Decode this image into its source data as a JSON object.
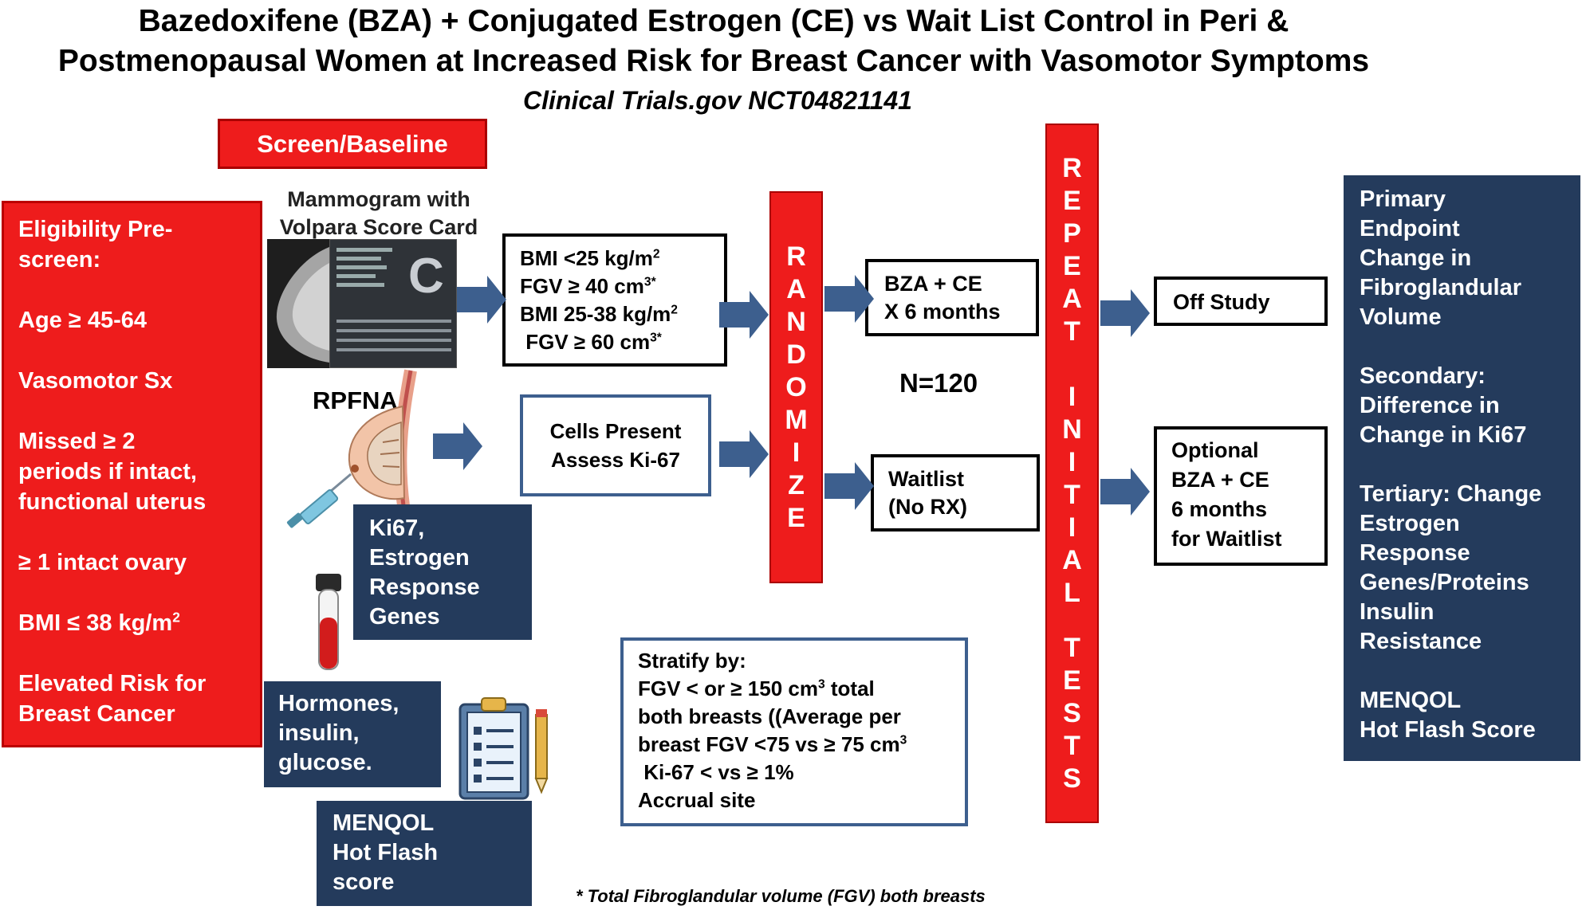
{
  "title": {
    "line1": "Bazedoxifene (BZA) + Conjugated Estrogen (CE) vs Wait List Control in Peri &",
    "line2": "Postmenopausal Women at Increased Risk for Breast Cancer with Vasomotor Symptoms",
    "subtitle": "Clinical Trials.gov  NCT04821141"
  },
  "screen_baseline": "Screen/Baseline",
  "eligibility": {
    "heading1": "Eligibility Pre-",
    "heading2": "screen:",
    "age": "Age ≥ 45-64",
    "vasomotor": "Vasomotor  Sx",
    "missed1": "Missed ≥ 2",
    "missed2": "periods if intact,",
    "missed3": "functional uterus",
    "ovary": "≥ 1 intact ovary",
    "bmi": "BMI ≤ 38 kg/m",
    "bmi_sup": "2",
    "risk1": "Elevated Risk for",
    "risk2": "Breast Cancer"
  },
  "mammogram": {
    "label1": "Mammogram  with",
    "label2": "Volpara Score Card",
    "card_letter": "C"
  },
  "bmi_box": {
    "l1": "BMI <25 kg/m",
    "l1_sup": "2",
    "l2": "FGV ≥ 40 cm",
    "l2_sup": "3*",
    "l3": "BMI 25-38  kg/m",
    "l3_sup": "2",
    "l4": " FGV ≥ 60 cm",
    "l4_sup": "3*"
  },
  "rpfna": "RPFNA",
  "cells_box": {
    "l1": "Cells Present",
    "l2": "Assess  Ki-67"
  },
  "ki67_box": {
    "l1": "Ki67,",
    "l2": "Estrogen",
    "l3": "Response",
    "l4": "Genes"
  },
  "hormones_box": {
    "l1": "Hormones,",
    "l2": "insulin,",
    "l3": "glucose."
  },
  "menqol_box": {
    "l1": "MENQOL",
    "l2": "Hot Flash",
    "l3": "score"
  },
  "randomize_letters": [
    "R",
    "A",
    "N",
    "D",
    "O",
    "M",
    "I",
    "Z",
    "E"
  ],
  "bza_box": {
    "l1": "BZA  + CE",
    "l2": "X 6 months"
  },
  "n_label": "N=120",
  "waitlist_box": {
    "l1": "Waitlist",
    "l2": "(No RX)"
  },
  "stratify": {
    "l1": "Stratify by:",
    "l2": "FGV < or ≥ 150  cm",
    "l2_sup": "3",
    "l2_tail": " total",
    "l3": "both breasts ((Average per",
    "l4": "breast FGV <75 vs ≥ 75 cm",
    "l4_sup": "3",
    "l5": " Ki-67 < vs ≥ 1%",
    "l6": "Accrual site"
  },
  "repeat_word1": [
    "R",
    "E",
    "P",
    "E",
    "A",
    "T"
  ],
  "repeat_word2": [
    "I",
    "N",
    "I",
    "T",
    "I",
    "A",
    "L"
  ],
  "repeat_word3": [
    "T",
    "E",
    "S",
    "T",
    "S"
  ],
  "off_study": "Off Study",
  "optional_box": {
    "l1": "Optional",
    "l2": "BZA  + CE",
    "l3": "6 months",
    "l4": "for Waitlist"
  },
  "endpoints": {
    "p1": "Primary",
    "p2": "Endpoint",
    "p3": "Change in",
    "p4": "Fibroglandular",
    "p5": "Volume",
    "s1": "Secondary:",
    "s2": "Difference in",
    "s3": "Change in Ki67",
    "t1": "Tertiary: Change",
    "t2": "Estrogen",
    "t3": "Response",
    "t4": "Genes/Proteins",
    "t5": "Insulin",
    "t6": "Resistance",
    "m1": "MENQOL",
    "m2": "Hot Flash Score"
  },
  "footnote": "* Total Fibroglandular volume (FGV) both breasts",
  "colors": {
    "red": "#ee1c1c",
    "navy": "#243b5c",
    "arrow": "#3d5f8e"
  }
}
